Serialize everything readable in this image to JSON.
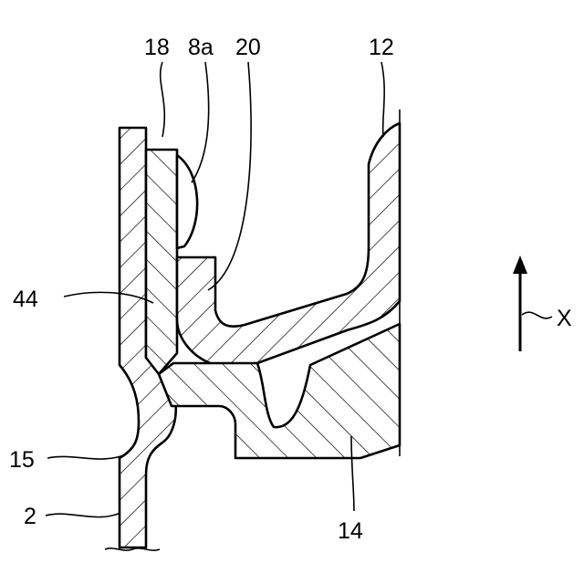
{
  "labels": {
    "ref_18": "18",
    "ref_8a": "8a",
    "ref_20": "20",
    "ref_12": "12",
    "ref_44": "44",
    "ref_15": "15",
    "ref_2": "2",
    "ref_14": "14",
    "axis_x": "X"
  }
}
